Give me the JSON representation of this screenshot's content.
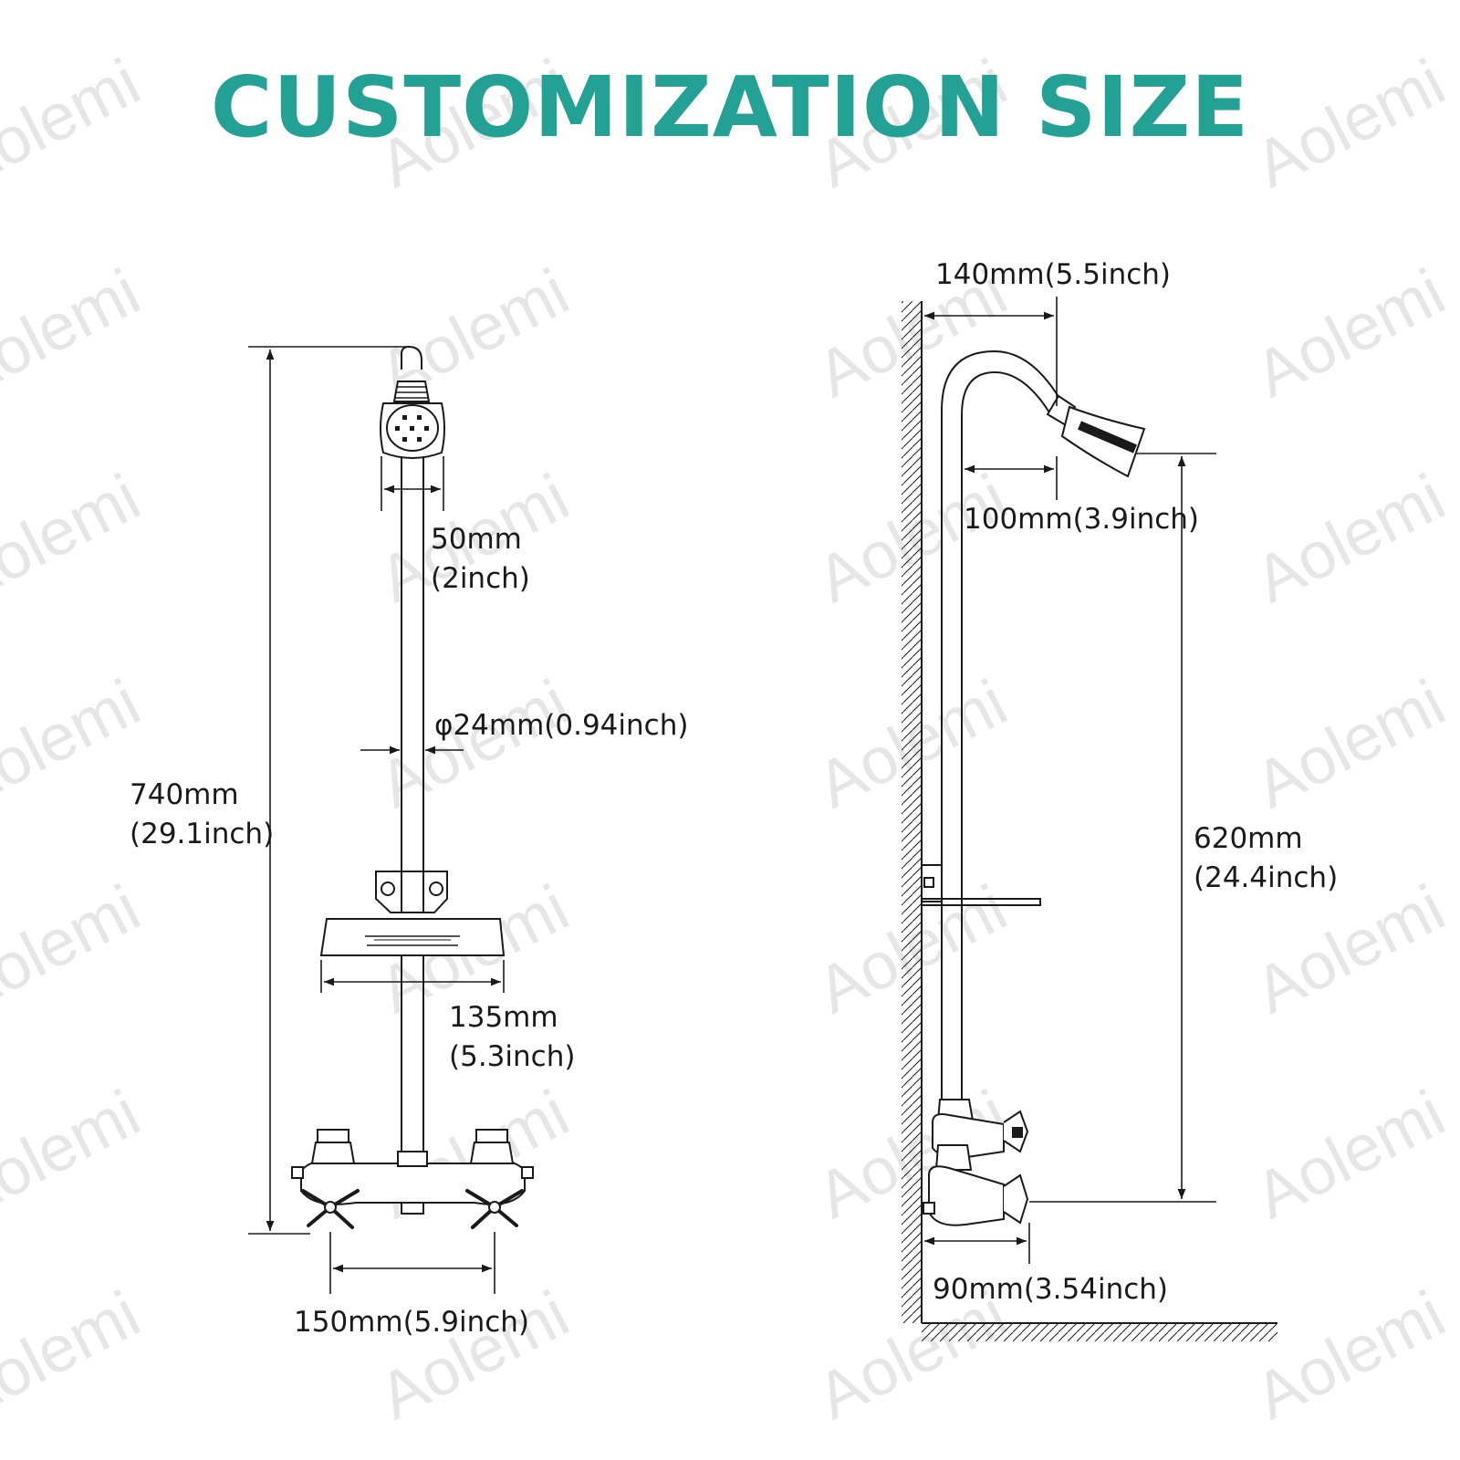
{
  "title": "CUSTOMIZATION SIZE",
  "watermark": "Aolemi",
  "colors": {
    "title": "#24a195",
    "line": "#1a1a1a",
    "watermark": "#e6e6e6"
  },
  "front_view": {
    "total_height_mm": "740mm",
    "total_height_in": "(29.1inch)",
    "showerhead_width_mm": "50mm",
    "showerhead_width_in": "(2inch)",
    "pipe_diameter": "φ24mm(0.94inch)",
    "soap_tray_width_mm": "135mm",
    "soap_tray_width_in": "(5.3inch)",
    "valve_spacing": "150mm(5.9inch)"
  },
  "side_view": {
    "arm_reach": "140mm(5.5inch)",
    "arm_offset": "100mm(3.9inch)",
    "head_to_valve_mm": "620mm",
    "head_to_valve_in": "(24.4inch)",
    "valve_projection": "90mm(3.54inch)"
  }
}
